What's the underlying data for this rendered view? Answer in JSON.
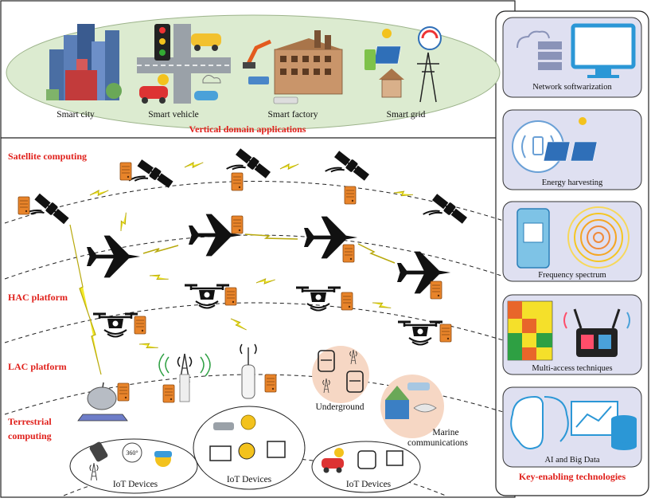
{
  "top_section": {
    "title": "Vertical domain applications",
    "apps": [
      "Smart city",
      "Smart vehicle",
      "Smart factory",
      "Smart grid"
    ]
  },
  "layers": {
    "satellite": "Satellite computing",
    "hac": "HAC platform",
    "lac": "LAC platform",
    "terrestrial_1": "Terrestrial",
    "terrestrial_2": "computing"
  },
  "ground": {
    "underground": "Underground",
    "marine_1": "Marine",
    "marine_2": "communications",
    "iot_1": "IoT Devices",
    "iot_2": "IoT Devices",
    "iot_3": "IoT Devices",
    "vr_badge": "360°"
  },
  "right_panel": {
    "title": "Key-enabling technologies",
    "items": [
      "Network softwarization",
      "Energy harvesting",
      "Frequency spectrum",
      "Multi-access techniques",
      "AI and Big Data"
    ]
  },
  "colors": {
    "red_label": "#e0201b",
    "ellipse_green": "#dcebd0",
    "panel_purple": "#dfe0f1",
    "server_orange": "#e8842a",
    "bolt_yellow": "#f3ea2a"
  }
}
